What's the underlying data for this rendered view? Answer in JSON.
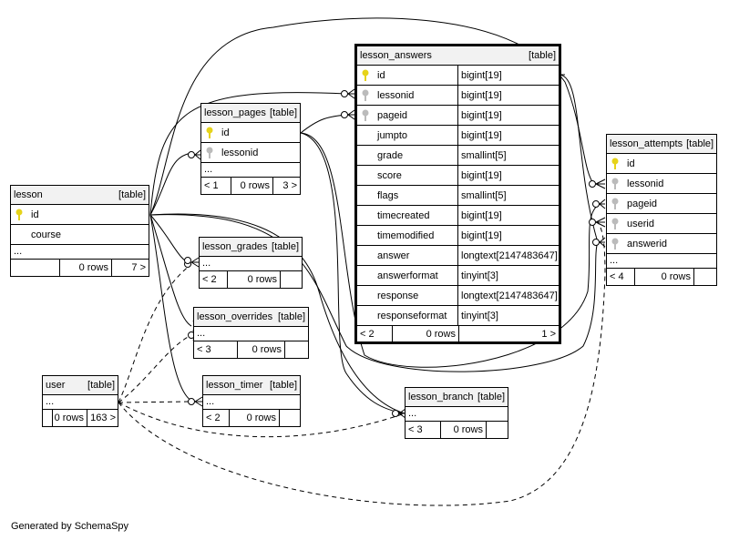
{
  "footer": "Generated by SchemaSpy",
  "tables": {
    "lesson": {
      "name": "lesson",
      "tag": "[table]",
      "cols": [
        "id",
        "course"
      ],
      "ellipsis": "...",
      "rows": "0 rows",
      "right": "7 >"
    },
    "lesson_pages": {
      "name": "lesson_pages",
      "tag": "[table]",
      "cols": [
        "id",
        "lessonid"
      ],
      "ellipsis": "...",
      "left": "< 1",
      "rows": "0 rows",
      "right": "3 >"
    },
    "lesson_answers": {
      "name": "lesson_answers",
      "tag": "[table]",
      "cols": [
        [
          "id",
          "bigint[19]"
        ],
        [
          "lessonid",
          "bigint[19]"
        ],
        [
          "pageid",
          "bigint[19]"
        ],
        [
          "jumpto",
          "bigint[19]"
        ],
        [
          "grade",
          "smallint[5]"
        ],
        [
          "score",
          "bigint[19]"
        ],
        [
          "flags",
          "smallint[5]"
        ],
        [
          "timecreated",
          "bigint[19]"
        ],
        [
          "timemodified",
          "bigint[19]"
        ],
        [
          "answer",
          "longtext[2147483647]"
        ],
        [
          "answerformat",
          "tinyint[3]"
        ],
        [
          "response",
          "longtext[2147483647]"
        ],
        [
          "responseformat",
          "tinyint[3]"
        ]
      ],
      "left": "< 2",
      "rows": "0 rows",
      "right": "1 >"
    },
    "lesson_attempts": {
      "name": "lesson_attempts",
      "tag": "[table]",
      "cols": [
        "id",
        "lessonid",
        "pageid",
        "userid",
        "answerid"
      ],
      "ellipsis": "...",
      "left": "< 4",
      "rows": "0 rows"
    },
    "lesson_grades": {
      "name": "lesson_grades",
      "tag": "[table]",
      "ellipsis": "...",
      "left": "< 2",
      "rows": "0 rows"
    },
    "lesson_overrides": {
      "name": "lesson_overrides",
      "tag": "[table]",
      "ellipsis": "...",
      "left": "< 3",
      "rows": "0 rows"
    },
    "user": {
      "name": "user",
      "tag": "[table]",
      "ellipsis": "...",
      "rows": "0 rows",
      "right": "163 >"
    },
    "lesson_timer": {
      "name": "lesson_timer",
      "tag": "[table]",
      "ellipsis": "...",
      "left": "< 2",
      "rows": "0 rows"
    },
    "lesson_branch": {
      "name": "lesson_branch",
      "tag": "[table]",
      "ellipsis": "...",
      "left": "< 3",
      "rows": "0 rows"
    }
  }
}
